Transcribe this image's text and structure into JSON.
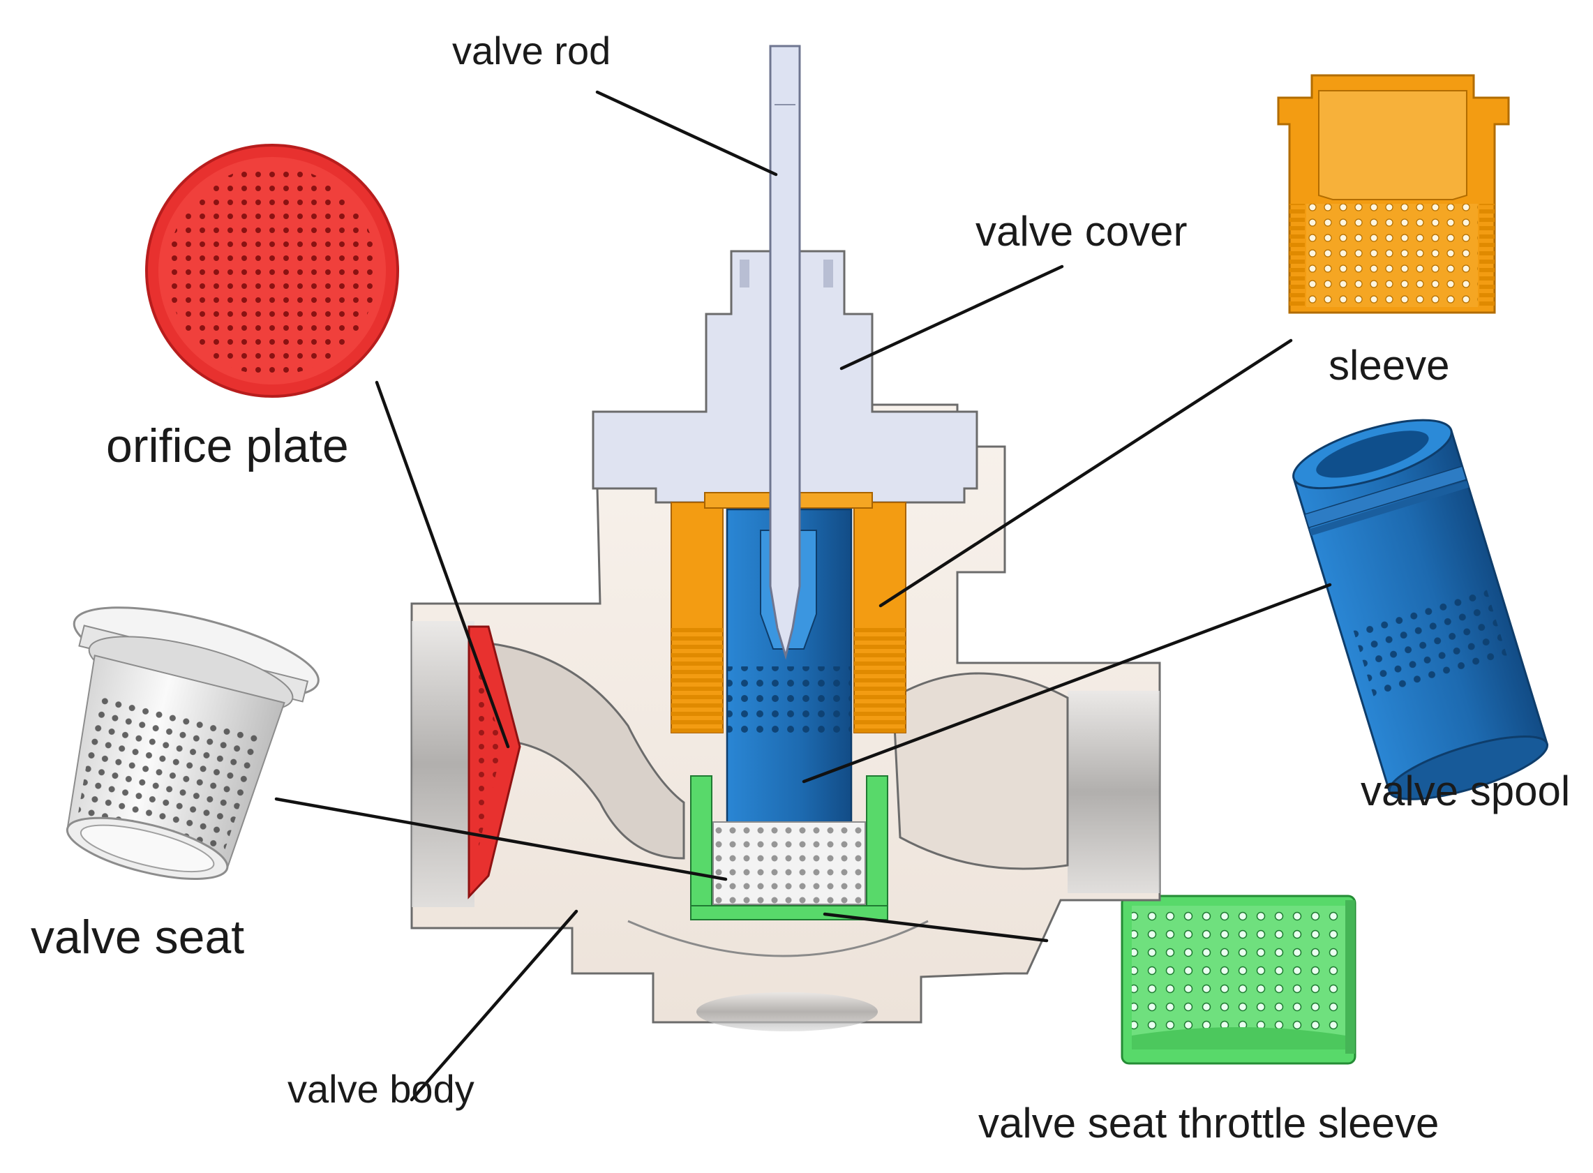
{
  "labels": {
    "valve_rod": "valve rod",
    "valve_cover": "valve cover",
    "sleeve": "sleeve",
    "orifice_plate": "orifice plate",
    "valve_spool": "valve spool",
    "valve_seat": "valve seat",
    "valve_body": "valve body",
    "valve_seat_throttle_sleeve": "valve seat throttle sleeve"
  },
  "colors": {
    "orifice_plate": "#e8312f",
    "sleeve": "#f39c12",
    "valve_spool": "#1f6fb5",
    "valve_seat_throttle_sleeve": "#58d96a",
    "valve_seat": "#eeeeee",
    "valve_cover": "#dfe3f1",
    "valve_rod": "#dde2f2",
    "valve_body": "#f6efe9"
  }
}
